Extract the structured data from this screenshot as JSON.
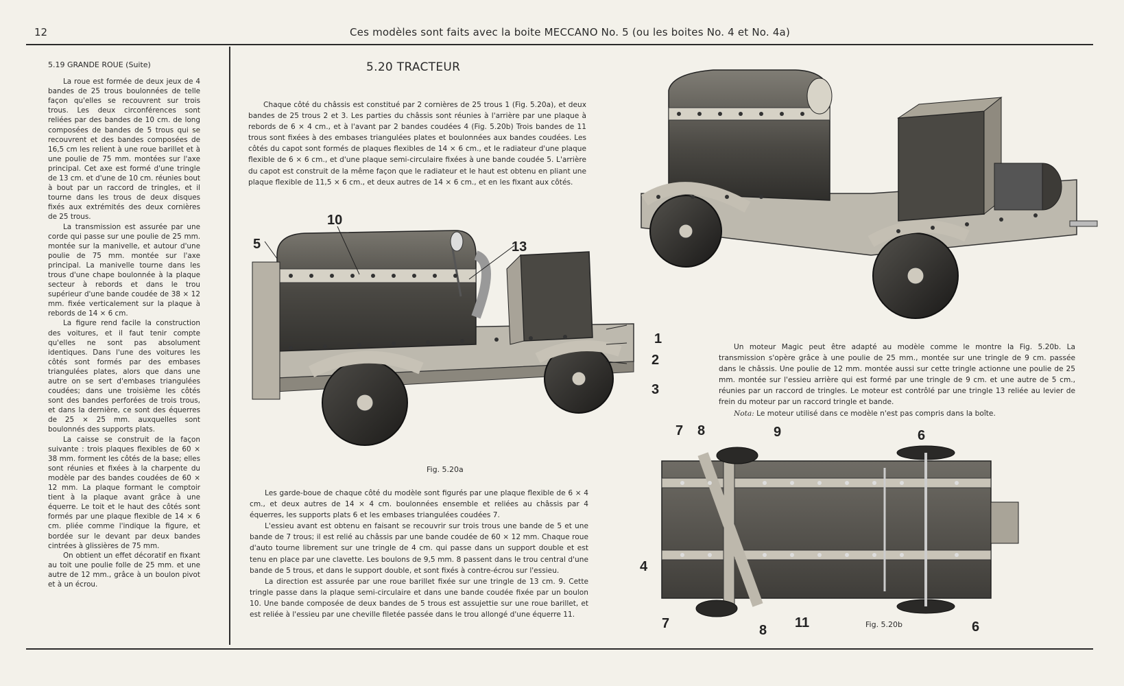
{
  "header": {
    "page_number": "12",
    "title": "Ces modèles sont faits avec la boite MECCANO No. 5 (ou les boites No. 4 et No. 4a)"
  },
  "left_column": {
    "heading": "5.19   GRANDE ROUE (Suite)",
    "paragraphs": [
      "La roue est formée de deux jeux de 4 bandes de 25 trous boulonnées de telle façon qu'elles se recouvrent sur trois trous. Les deux circonférences sont reliées par des bandes de 10 cm. de long composées de bandes de 5 trous qui se recouvrent et des bandes composées de 16,5 cm les relient à une roue barillet et à une poulie de 75 mm. montées sur l'axe principal. Cet axe est formé d'une tringle de 13 cm. et d'une de 10 cm. réunies bout à bout par un raccord de tringles, et il tourne dans les trous de deux disques fixés aux extrémités des deux cornières de 25 trous.",
      "La transmission est assurée par une corde qui passe sur une poulie de 25 mm. montée sur la manivelle, et autour d'une poulie de 75 mm. montée sur l'axe principal. La manivelle tourne dans les trous d'une chape boulonnée à la plaque secteur à rebords et dans le trou supérieur d'une bande coudée de 38 × 12 mm. fixée verticalement sur la plaque à rebords de 14 × 6 cm.",
      "La figure rend facile la construction des voitures, et il faut tenir compte qu'elles ne sont pas absolument identiques. Dans l'une des voitures les côtés sont formés par des embases triangulées plates, alors que dans une autre on se sert d'embases triangulées coudées; dans une troisième les côtés sont des bandes perforées de trois trous, et dans la dernière, ce sont des équerres de 25 × 25 mm. auxquelles sont boulonnés des supports plats.",
      "La caisse se construit de la façon suivante : trois plaques flexibles de 60 × 38 mm. forment les côtés de la base; elles sont réunies et fixées à la charpente du modèle par des bandes coudées de 60 × 12 mm. La plaque formant le comptoir tient à la plaque avant grâce à une équerre. Le toit et le haut des côtés sont formés par une plaque flexible de 14 × 6 cm. pliée comme l'indique la figure, et bordée sur le devant par deux bandes cintrées à glissières de 75 mm.",
      "On obtient un effet décoratif en fixant au toit une poulie folle de 25 mm. et une autre de 12 mm., grâce à un boulon pivot et à un écrou."
    ]
  },
  "tracteur": {
    "title": "5.20   TRACTEUR",
    "intro": "Chaque côté du châssis est constitué par 2 cornières de 25 trous 1 (Fig. 5.20a), et deux bandes de 25 trous 2 et 3. Les parties du châssis sont réunies à l'arrière par une plaque à rebords de 6 × 4 cm., et à l'avant par 2 bandes coudées 4 (Fig. 5.20b)  Trois bandes de 11 trous sont fixées à des embases triangulées plates et boulonnées aux bandes coudées. Les côtés du capot sont formés de plaques flexibles de 14 × 6 cm., et le radiateur d'une plaque flexible de 6 × 6 cm., et d'une plaque semi-circulaire fixées à une bande coudée 5. L'arrière du capot est construit de la même façon que le radiateur et le haut est obtenu en pliant une plaque flexible de 11,5 × 6 cm., et deux autres de 14 × 6 cm., et en les fixant aux côtés.",
    "lower_paragraphs": [
      "Les garde-boue de chaque côté du modèle sont figurés par une plaque flexible de 6 × 4 cm., et deux autres de 14 × 4 cm. boulonnées ensemble et reliées au châssis par 4 équerres, les supports plats 6 et les embases triangulées coudées 7.",
      "L'essieu avant est obtenu en faisant se recouvrir sur trois trous une bande de 5 et une bande de 7 trous; il est relié au châssis par une bande coudée de 60 × 12 mm. Chaque roue d'auto tourne librement sur une tringle de 4 cm. qui passe dans un support double et est tenu en place par une clavette. Les boulons de 9,5 mm. 8 passent dans le trou central d'une bande de 5 trous, et dans le support double, et sont fixés à contre-écrou sur l'essieu.",
      "La direction est assurée par une roue barillet fixée sur une tringle de 13 cm. 9. Cette tringle passe dans la plaque semi-circulaire et dans une bande coudée fixée par un boulon 10. Une bande composée de deux bandes de 5 trous est assujettie sur une roue barillet, et est reliée à l'essieu par une cheville filetée passée dans le trou allongé d'une équerre 11."
    ],
    "motor_paragraph": "Un moteur Magic peut être adapté au modèle comme le montre la Fig. 5.20b. La transmission s'opère grâce à une poulie de 25 mm., montée sur une tringle de 9 cm. passée dans le châssis. Une poulie de 12 mm. montée aussi sur cette tringle actionne une poulie de 25 mm. montée sur l'essieu arrière qui est formé par une tringle de 9 cm. et une autre de 5 cm., réunies par un raccord de tringles. Le moteur est contrôlé par une tringle 13 reliée au levier de frein du moteur par un raccord tringle et bande.",
    "nota_label": "Nota:",
    "nota_text": " Le moteur utilisé dans ce modèle n'est pas compris dans la boîte."
  },
  "figures": {
    "fig_a_caption": "Fig. 5.20a",
    "fig_b_caption": "Fig. 5.20b",
    "fig_a_callouts": [
      "10",
      "5",
      "13",
      "1",
      "2",
      "3"
    ],
    "fig_b_callouts": [
      "7",
      "8",
      "9",
      "6",
      "4",
      "7",
      "8",
      "11",
      "6"
    ]
  }
}
